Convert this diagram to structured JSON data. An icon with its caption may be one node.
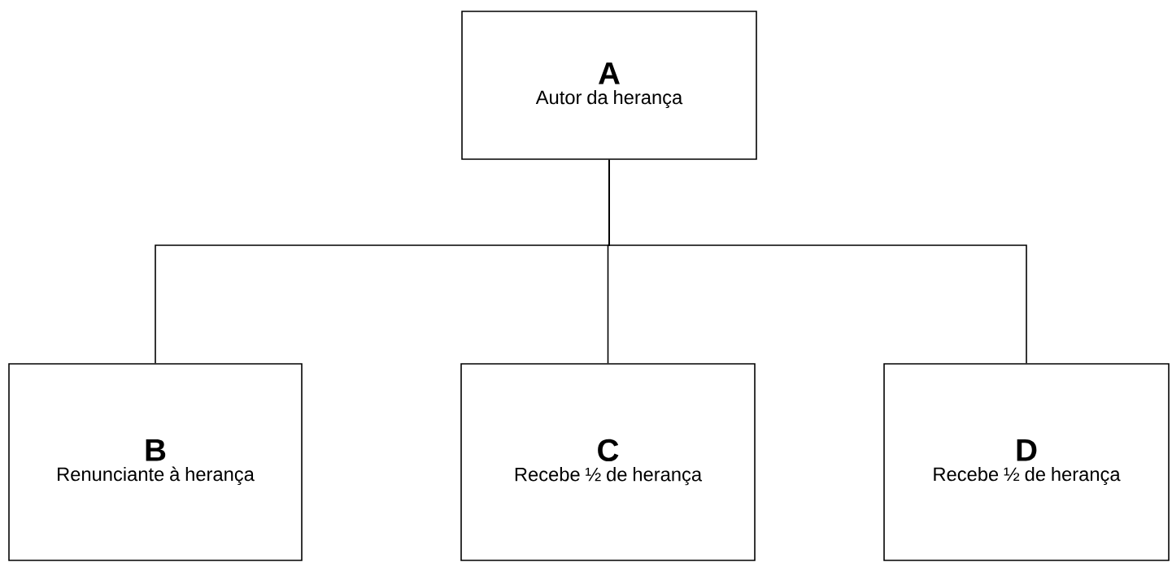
{
  "diagram": {
    "nodes": [
      {
        "text": [
          "A",
          "Autor da herança"
        ]
      },
      {
        "text": [
          "B",
          "Renunciante à herança"
        ]
      },
      {
        "text": [
          "C",
          "Recebe ½ de herança"
        ]
      },
      {
        "text": [
          "D",
          "Recebe ½ de herança"
        ]
      }
    ],
    "edges": [
      {
        "from": 0,
        "to": 1,
        "arrow": "none"
      },
      {
        "from": 0,
        "to": 2,
        "arrow": "none"
      },
      {
        "from": 0,
        "to": 3,
        "arrow": "none"
      }
    ]
  }
}
